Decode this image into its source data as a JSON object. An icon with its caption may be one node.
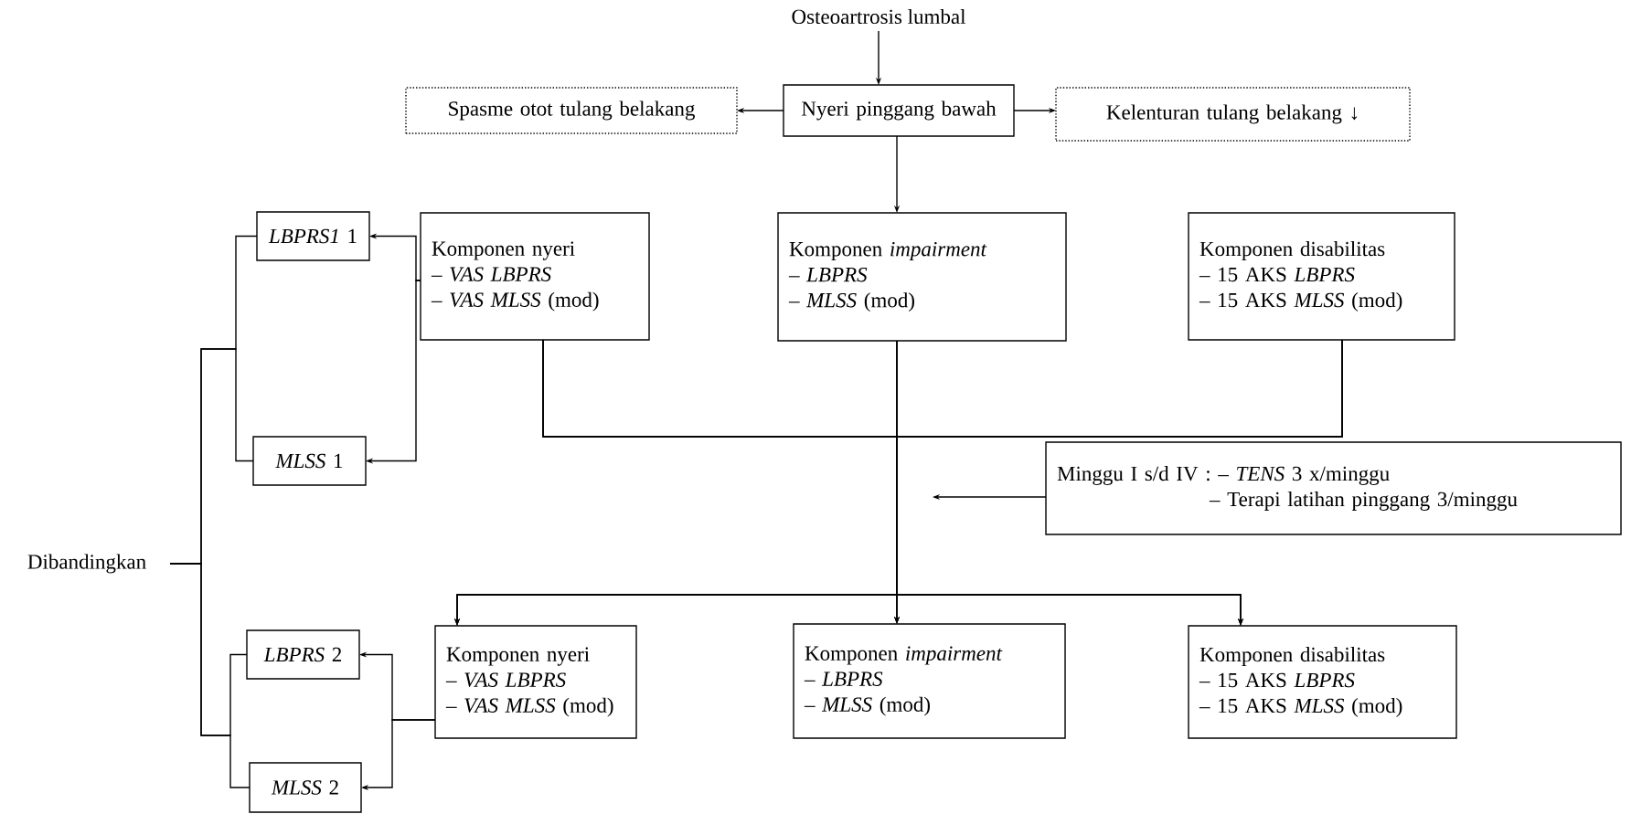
{
  "diagram": {
    "nodes": [
      {
        "text": [
          "Osteoartrosis lumbal"
        ]
      },
      {
        "text": [
          "Nyeri pinggang bawah"
        ]
      },
      {
        "text": [
          "Spasme otot tulang belakang"
        ]
      },
      {
        "text": [
          "Kelenturan tulang belakang ↓"
        ]
      },
      {
        "text": [
          "Komponen nyeri",
          "– *VAS LBPRS*",
          "– *VAS MLSS* (mod)"
        ]
      },
      {
        "text": [
          "Komponen *impairment*",
          "– *LBPRS*",
          "– *MLSS* (mod)"
        ]
      },
      {
        "text": [
          "Komponen disabilitas",
          "– 15 AKS *LBPRS*",
          "– 15 AKS *MLSS* (mod)"
        ]
      },
      {
        "text": [
          "*LBPRS1* 1"
        ]
      },
      {
        "text": [
          "*MLSS*  1"
        ]
      },
      {
        "text": [
          "Dibandingkan"
        ]
      },
      {
        "text": [
          "Minggu I s/d IV : – *TENS* 3 x/minggu",
          "– Terapi latihan pinggang 3/minggu"
        ]
      },
      {
        "text": [
          "*LBPRS* 2"
        ]
      },
      {
        "text": [
          "*MLSS*  2"
        ]
      },
      {
        "text": [
          "Komponen nyeri",
          "– *VAS LBPRS*",
          "– *VAS MLSS* (mod)"
        ]
      },
      {
        "text": [
          "Komponen *impairment*",
          "– *LBPRS*",
          "– *MLSS* (mod)"
        ]
      },
      {
        "text": [
          "Komponen disabilitas",
          "– 15 AKS *LBPRS*",
          "– 15 AKS *MLSS* (mod)"
        ]
      }
    ],
    "edges": [
      {
        "from": 0,
        "to": 1,
        "arrow": "to"
      },
      {
        "from": 1,
        "to": 2,
        "arrow": "to"
      },
      {
        "from": 1,
        "to": 3,
        "arrow": "to"
      },
      {
        "from": 1,
        "to": 5,
        "arrow": "to"
      },
      {
        "from": 4,
        "to": 7,
        "arrow": "to"
      },
      {
        "from": 4,
        "to": 8,
        "arrow": "to"
      },
      {
        "from": 4,
        "to": 13,
        "arrow": "to"
      },
      {
        "from": 4,
        "to": 14,
        "arrow": "to"
      },
      {
        "from": 4,
        "to": 15,
        "arrow": "to"
      },
      {
        "from": 5,
        "to": 13,
        "arrow": "to"
      },
      {
        "from": 5,
        "to": 14,
        "arrow": "to"
      },
      {
        "from": 5,
        "to": 15,
        "arrow": "to"
      },
      {
        "from": 6,
        "to": 13,
        "arrow": "to"
      },
      {
        "from": 6,
        "to": 14,
        "arrow": "to"
      },
      {
        "from": 6,
        "to": 15,
        "arrow": "to"
      },
      {
        "from": 10,
        "to": null,
        "arrow": "to"
      },
      {
        "from": 13,
        "to": 11,
        "arrow": "to"
      },
      {
        "from": 13,
        "to": 12,
        "arrow": "to"
      },
      {
        "from": 9,
        "to": 7,
        "arrow": "none"
      },
      {
        "from": 9,
        "to": 8,
        "arrow": "none"
      },
      {
        "from": 9,
        "to": 11,
        "arrow": "none"
      },
      {
        "from": 9,
        "to": 12,
        "arrow": "none"
      }
    ]
  }
}
